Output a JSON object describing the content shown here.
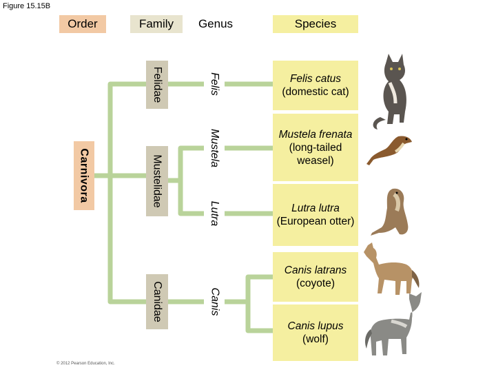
{
  "figure_label": "Figure 15.15B",
  "headers": {
    "order": "Order",
    "family": "Family",
    "genus": "Genus",
    "species": "Species"
  },
  "order": "Carnivora",
  "families": [
    "Felidae",
    "Mustelidae",
    "Canidae"
  ],
  "genera": [
    "Felis",
    "Mustela",
    "Lutra",
    "Canis"
  ],
  "species": [
    {
      "name": "Felis catus",
      "common": "(domestic cat)"
    },
    {
      "name": "Mustela frenata",
      "common": "(long-tailed weasel)"
    },
    {
      "name": "Lutra lutra",
      "common": "(European otter)"
    },
    {
      "name": "Canis latrans",
      "common": "(coyote)"
    },
    {
      "name": "Canis lupus",
      "common": "(wolf)"
    }
  ],
  "animal_images": [
    "domestic-cat",
    "long-tailed-weasel",
    "european-otter",
    "coyote",
    "wolf"
  ],
  "colors": {
    "branch": "#b9d39a",
    "order_fill": "#f2c9a4",
    "family_fill": "#cfc9b4",
    "species_fill": "#f5efa0",
    "header_family_fill": "#e8e4ce"
  },
  "copyright": "© 2012 Pearson Education, Inc."
}
